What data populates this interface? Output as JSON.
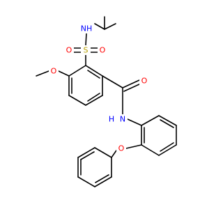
{
  "molecule": {
    "atoms": {
      "n_sulfonamide": {
        "label": "NH"
      },
      "s_sulfonyl": {
        "label": "S"
      },
      "o_sulfonyl_left": {
        "label": "O"
      },
      "o_sulfonyl_right": {
        "label": "O"
      },
      "o_methoxy": {
        "label": "O"
      },
      "o_carbonyl": {
        "label": "O"
      },
      "n_amide": {
        "label": "N"
      },
      "h_amide": {
        "label": "H"
      },
      "o_ether": {
        "label": "O"
      }
    },
    "colors": {
      "bond": "#000000",
      "nitrogen": "#0000ff",
      "oxygen": "#ff0000",
      "sulfur": "#b8a000"
    }
  }
}
